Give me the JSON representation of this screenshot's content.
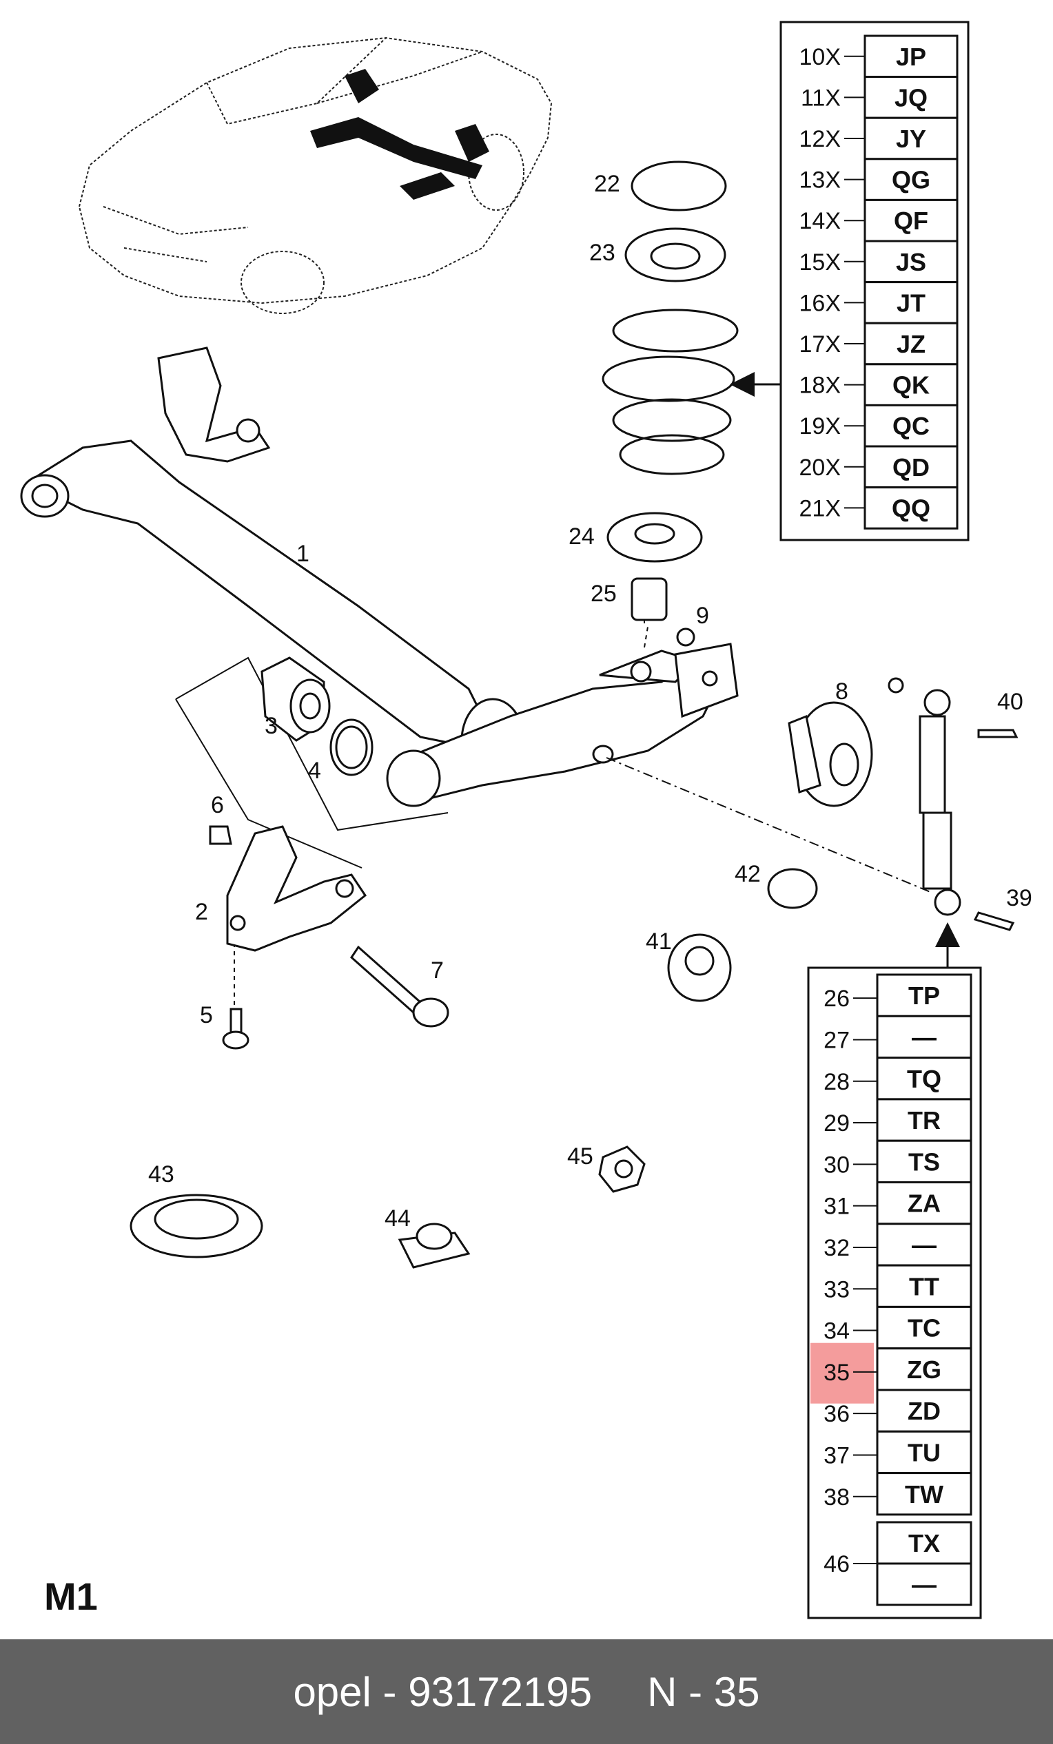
{
  "diagram": {
    "page_code": "M1",
    "callouts": [
      "1",
      "2",
      "3",
      "4",
      "5",
      "6",
      "7",
      "8",
      "9",
      "22",
      "23",
      "24",
      "25",
      "39",
      "40",
      "41",
      "42",
      "43",
      "44",
      "45"
    ],
    "spring_table": {
      "rows": [
        {
          "ref": "10X",
          "code": "JP"
        },
        {
          "ref": "11X",
          "code": "JQ"
        },
        {
          "ref": "12X",
          "code": "JY"
        },
        {
          "ref": "13X",
          "code": "QG"
        },
        {
          "ref": "14X",
          "code": "QF"
        },
        {
          "ref": "15X",
          "code": "JS"
        },
        {
          "ref": "16X",
          "code": "JT"
        },
        {
          "ref": "17X",
          "code": "JZ"
        },
        {
          "ref": "18X",
          "code": "QK"
        },
        {
          "ref": "19X",
          "code": "QC"
        },
        {
          "ref": "20X",
          "code": "QD"
        },
        {
          "ref": "21X",
          "code": "QQ"
        }
      ]
    },
    "shock_table": {
      "highlighted_ref": "35",
      "highlight_color": "#f28b8b",
      "rows": [
        {
          "ref": "26",
          "code": "TP"
        },
        {
          "ref": "27",
          "code": "—"
        },
        {
          "ref": "28",
          "code": "TQ"
        },
        {
          "ref": "29",
          "code": "TR"
        },
        {
          "ref": "30",
          "code": "TS"
        },
        {
          "ref": "31",
          "code": "ZA"
        },
        {
          "ref": "32",
          "code": "—"
        },
        {
          "ref": "33",
          "code": "TT"
        },
        {
          "ref": "34",
          "code": "TC"
        },
        {
          "ref": "35",
          "code": "ZG"
        },
        {
          "ref": "36",
          "code": "ZD"
        },
        {
          "ref": "37",
          "code": "TU"
        },
        {
          "ref": "38",
          "code": "TW"
        }
      ],
      "extra": {
        "ref": "46",
        "codes": [
          "TX",
          "—"
        ]
      }
    }
  },
  "footer": {
    "brand": "opel - 93172195",
    "position": "N - 35",
    "background": "#616161"
  }
}
